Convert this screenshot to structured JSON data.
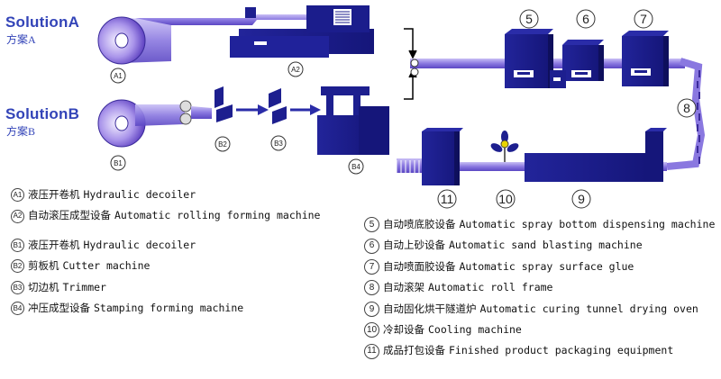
{
  "solution_a": {
    "title": "SolutionA",
    "subtitle": "方案A"
  },
  "solution_b": {
    "title": "SolutionB",
    "subtitle": "方案B"
  },
  "machine_labels": {
    "a1": "A1",
    "a2": "A2",
    "b1": "B1",
    "b2": "B2",
    "b3": "B3",
    "b4": "B4",
    "m5": "5",
    "m6": "6",
    "m7": "7",
    "m8": "8",
    "m9": "9",
    "m10": "10",
    "m11": "11"
  },
  "legend_left": [
    {
      "tag": "A1",
      "zh": "液压开卷机",
      "en": "Hydraulic decoiler"
    },
    {
      "tag": "A2",
      "zh": "自动滚压成型设备",
      "en": "Automatic rolling forming machine"
    },
    {
      "tag": "B1",
      "zh": "液压开卷机",
      "en": "Hydraulic decoiler"
    },
    {
      "tag": "B2",
      "zh": "剪板机",
      "en": "Cutter machine"
    },
    {
      "tag": "B3",
      "zh": "切边机",
      "en": "Trimmer"
    },
    {
      "tag": "B4",
      "zh": "冲压成型设备",
      "en": "Stamping forming machine"
    }
  ],
  "legend_right": [
    {
      "tag": "5",
      "zh": "自动喷底胶设备",
      "en": "Automatic spray bottom dispensing machine"
    },
    {
      "tag": "6",
      "zh": "自动上砂设备",
      "en": "Automatic sand blasting machine"
    },
    {
      "tag": "7",
      "zh": "自动喷面胶设备",
      "en": "Automatic spray surface glue"
    },
    {
      "tag": "8",
      "zh": "自动滚架",
      "en": "Automatic roll frame"
    },
    {
      "tag": "9",
      "zh": "自动固化烘干隧道炉",
      "en": "Automatic curing tunnel drying oven"
    },
    {
      "tag": "10",
      "zh": "冷却设备",
      "en": "Cooling machine"
    },
    {
      "tag": "11",
      "zh": "成品打包设备",
      "en": "Finished product packaging equipment"
    }
  ],
  "colors": {
    "machine": "#1d1f8f",
    "machine_dark": "#0e0f5c",
    "strip": "#8a78e0",
    "title": "#3344b8"
  }
}
